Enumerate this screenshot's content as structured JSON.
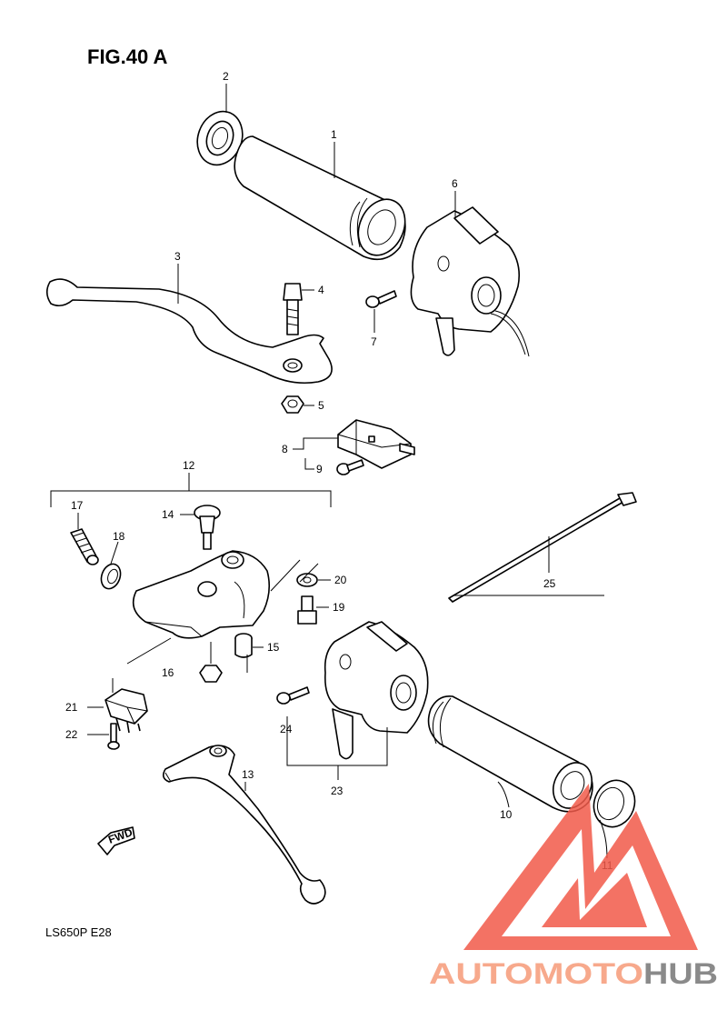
{
  "figure": {
    "title": "FIG.40 A",
    "model_code": "LS650P  E28",
    "fwd_label": "FWD"
  },
  "parts": [
    {
      "id": "p1",
      "number": "1"
    },
    {
      "id": "p2",
      "number": "2"
    },
    {
      "id": "p3",
      "number": "3"
    },
    {
      "id": "p4",
      "number": "4"
    },
    {
      "id": "p5",
      "number": "5"
    },
    {
      "id": "p6",
      "number": "6"
    },
    {
      "id": "p7",
      "number": "7"
    },
    {
      "id": "p8",
      "number": "8"
    },
    {
      "id": "p9",
      "number": "9"
    },
    {
      "id": "p10",
      "number": "10"
    },
    {
      "id": "p11",
      "number": "11"
    },
    {
      "id": "p12",
      "number": "12"
    },
    {
      "id": "p13",
      "number": "13"
    },
    {
      "id": "p14",
      "number": "14"
    },
    {
      "id": "p15",
      "number": "15"
    },
    {
      "id": "p16",
      "number": "16"
    },
    {
      "id": "p17",
      "number": "17"
    },
    {
      "id": "p18",
      "number": "18"
    },
    {
      "id": "p19",
      "number": "19"
    },
    {
      "id": "p20",
      "number": "20"
    },
    {
      "id": "p21",
      "number": "21"
    },
    {
      "id": "p22",
      "number": "22"
    },
    {
      "id": "p23",
      "number": "23"
    },
    {
      "id": "p24",
      "number": "24"
    },
    {
      "id": "p25",
      "number": "25"
    }
  ],
  "watermark": {
    "part_a": "AUTOMOTO",
    "part_b": "HUB",
    "color_a": "#f7a98c",
    "color_b": "#8a8a8a",
    "logo_color": "#f15a4a"
  }
}
